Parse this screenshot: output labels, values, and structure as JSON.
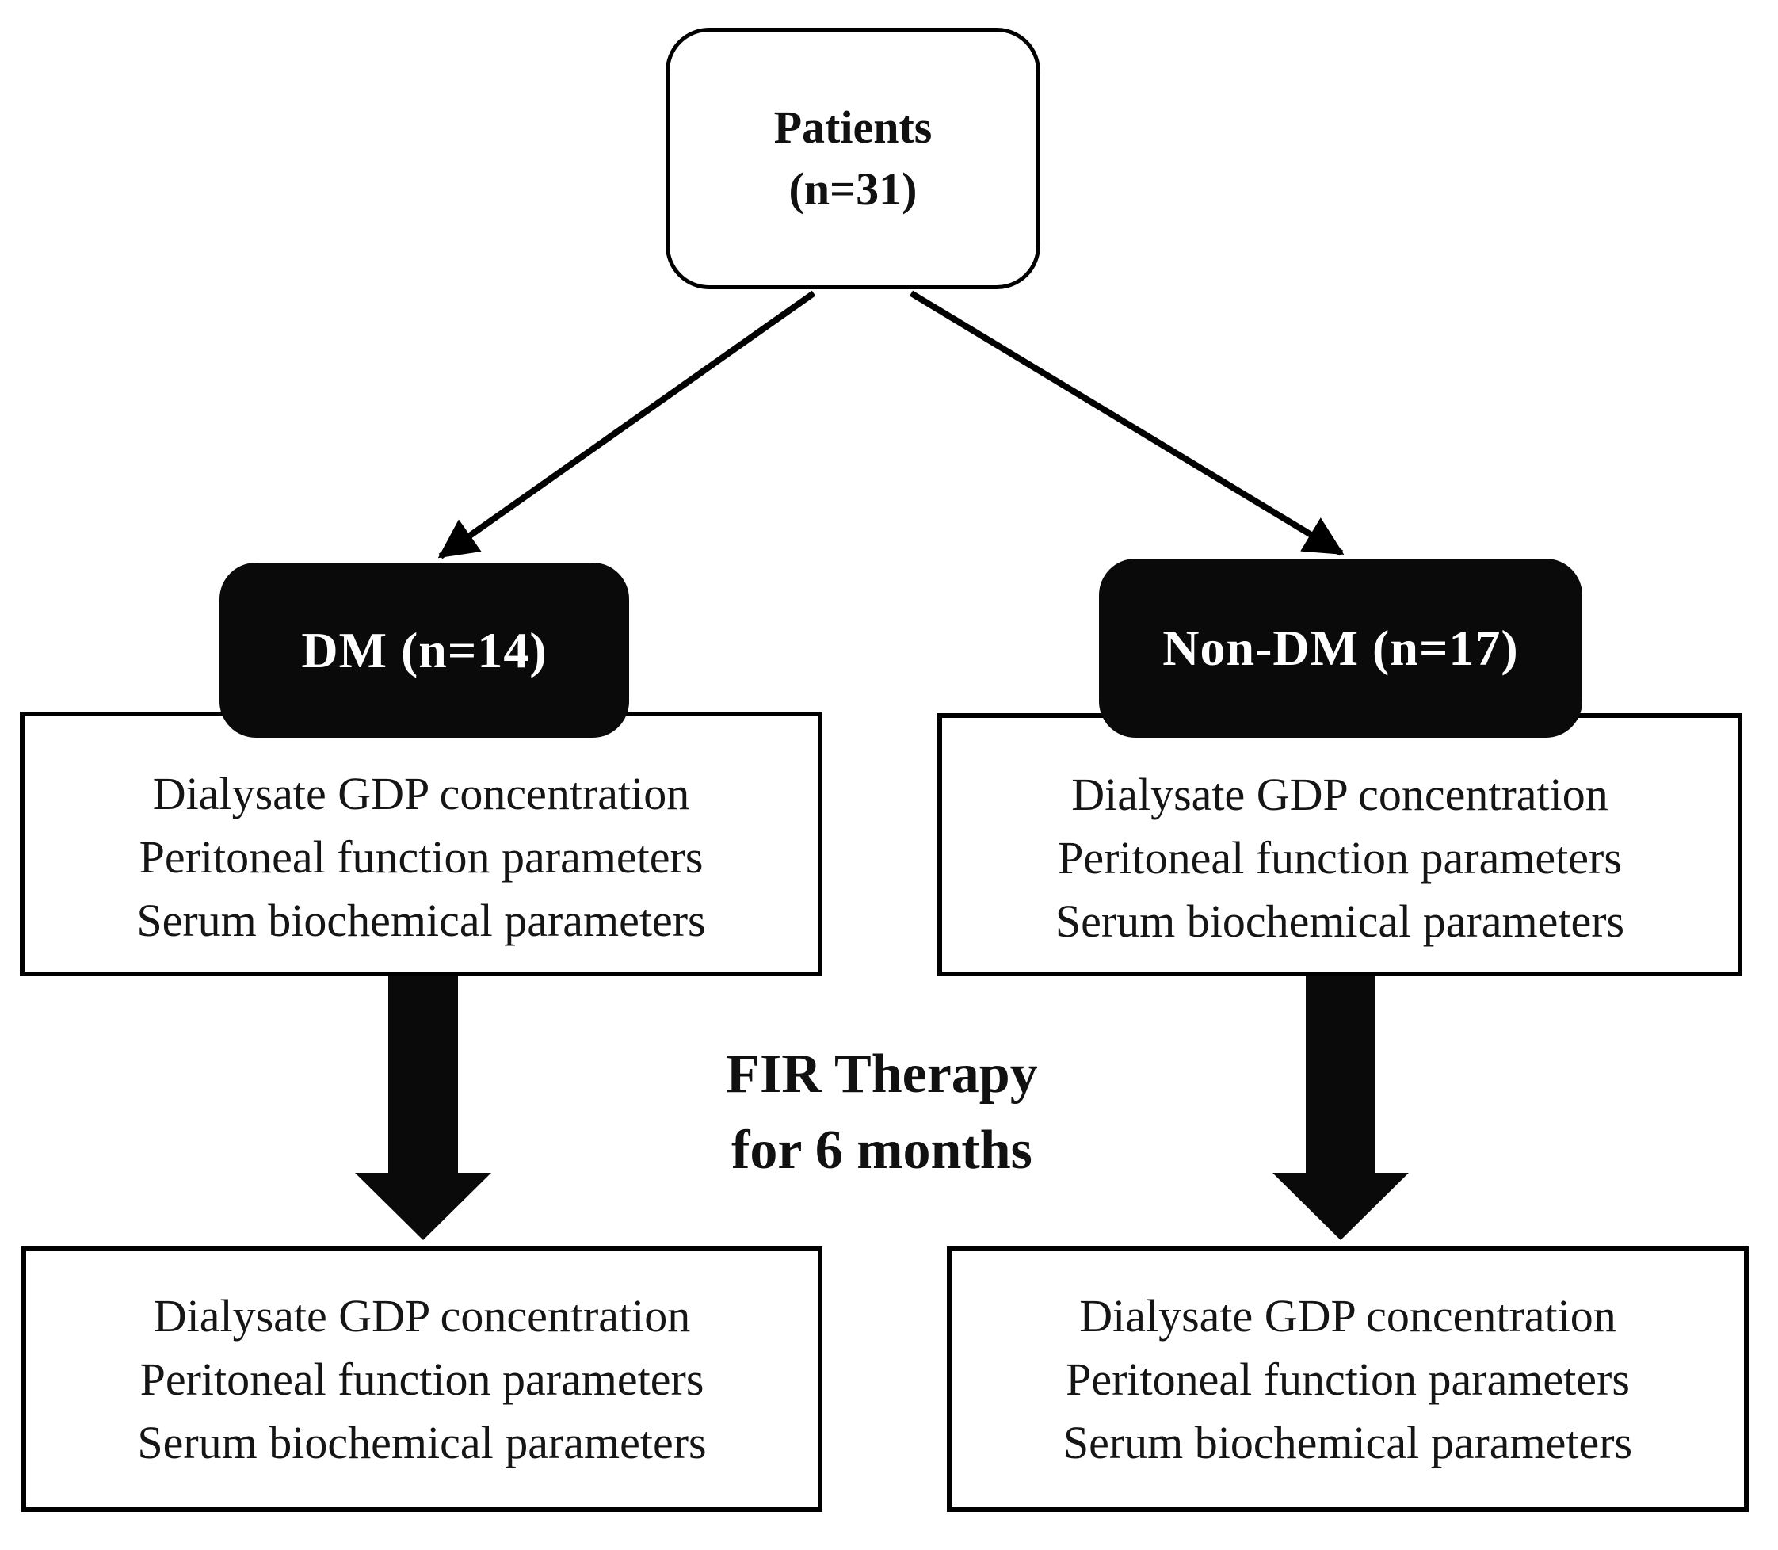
{
  "colors": {
    "background": "#ffffff",
    "node_dark_fill": "#0a0a0a",
    "node_dark_text": "#ffffff",
    "line_color": "#000000",
    "text_color": "#111111"
  },
  "nodes": {
    "patients": {
      "line1": "Patients",
      "line2": "(n=31)"
    },
    "dm_group": {
      "label": "DM (n=14)"
    },
    "non_dm_group": {
      "label": "Non-DM (n=17)"
    },
    "dm_baseline_panel": {
      "lines": [
        "Dialysate GDP concentration",
        "Peritoneal function parameters",
        "Serum biochemical parameters"
      ]
    },
    "non_dm_baseline_panel": {
      "lines": [
        "Dialysate GDP concentration",
        "Peritoneal function parameters",
        "Serum biochemical parameters"
      ]
    },
    "dm_followup_panel": {
      "lines": [
        "Dialysate GDP concentration",
        "Peritoneal function parameters",
        "Serum biochemical parameters"
      ]
    },
    "non_dm_followup_panel": {
      "lines": [
        "Dialysate GDP concentration",
        "Peritoneal function parameters",
        "Serum biochemical parameters"
      ]
    },
    "therapy_note": {
      "line1": "FIR Therapy",
      "line2": "for 6 months"
    }
  }
}
